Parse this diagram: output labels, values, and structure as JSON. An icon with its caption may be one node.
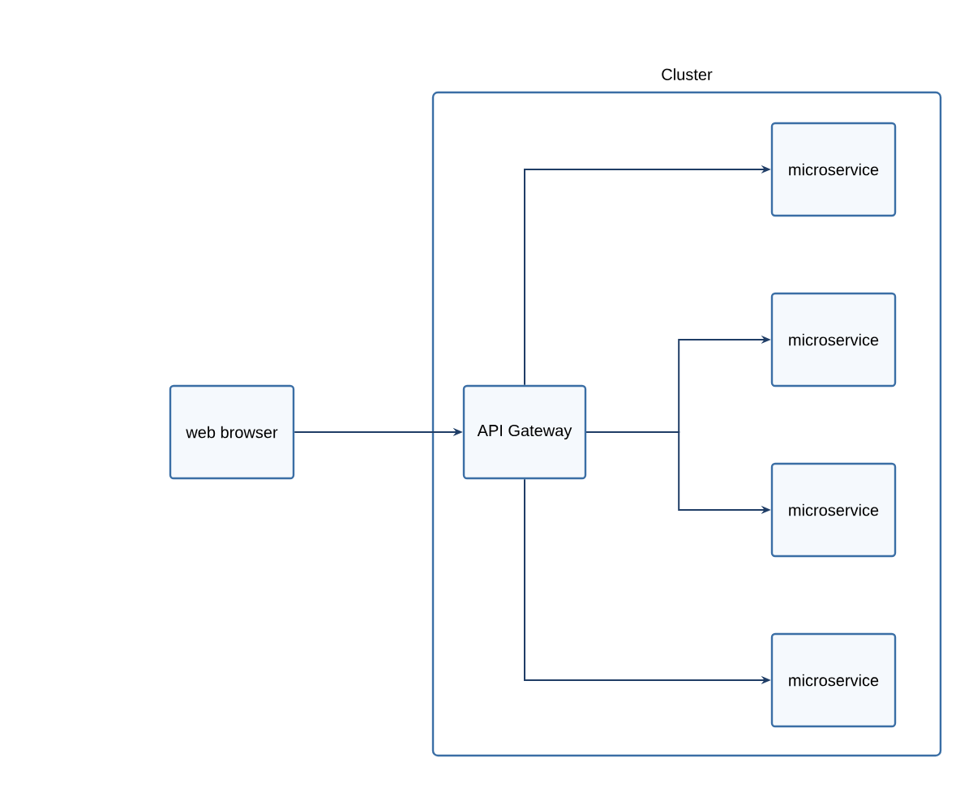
{
  "diagram": {
    "nodes": [
      {
        "text": [
          "web browser"
        ]
      },
      {
        "text": [
          "Cluster"
        ]
      },
      {
        "text": [
          "API Gateway"
        ],
        "in": 1
      },
      {
        "text": [
          "microservice"
        ],
        "in": 1
      },
      {
        "text": [
          "microservice"
        ],
        "in": 1
      },
      {
        "text": [
          "microservice"
        ],
        "in": 1
      },
      {
        "text": [
          "microservice"
        ],
        "in": 1
      }
    ],
    "edges": [
      {
        "from": 0,
        "to": 2,
        "arrow": "to"
      },
      {
        "from": 2,
        "to": 3,
        "arrow": "to"
      },
      {
        "from": 2,
        "to": 4,
        "arrow": "to"
      },
      {
        "from": 2,
        "to": 5,
        "arrow": "to"
      },
      {
        "from": 2,
        "to": 6,
        "arrow": "to"
      }
    ]
  }
}
